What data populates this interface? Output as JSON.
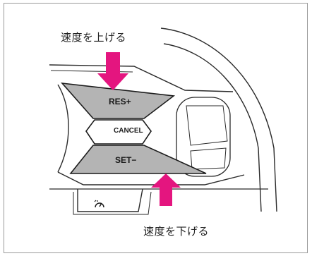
{
  "labels": {
    "speed_up": "速度を上げる",
    "speed_down": "速度を下げる"
  },
  "buttons": {
    "res": "RES+",
    "cancel": "CANCEL",
    "set": "SET−"
  },
  "icons": {
    "cruise": "cruise-control-icon"
  },
  "colors": {
    "arrow": "#e4157f",
    "button_fill": "#b4b4b4",
    "cancel_fill": "#ffffff",
    "outline": "#1c1c1c"
  }
}
